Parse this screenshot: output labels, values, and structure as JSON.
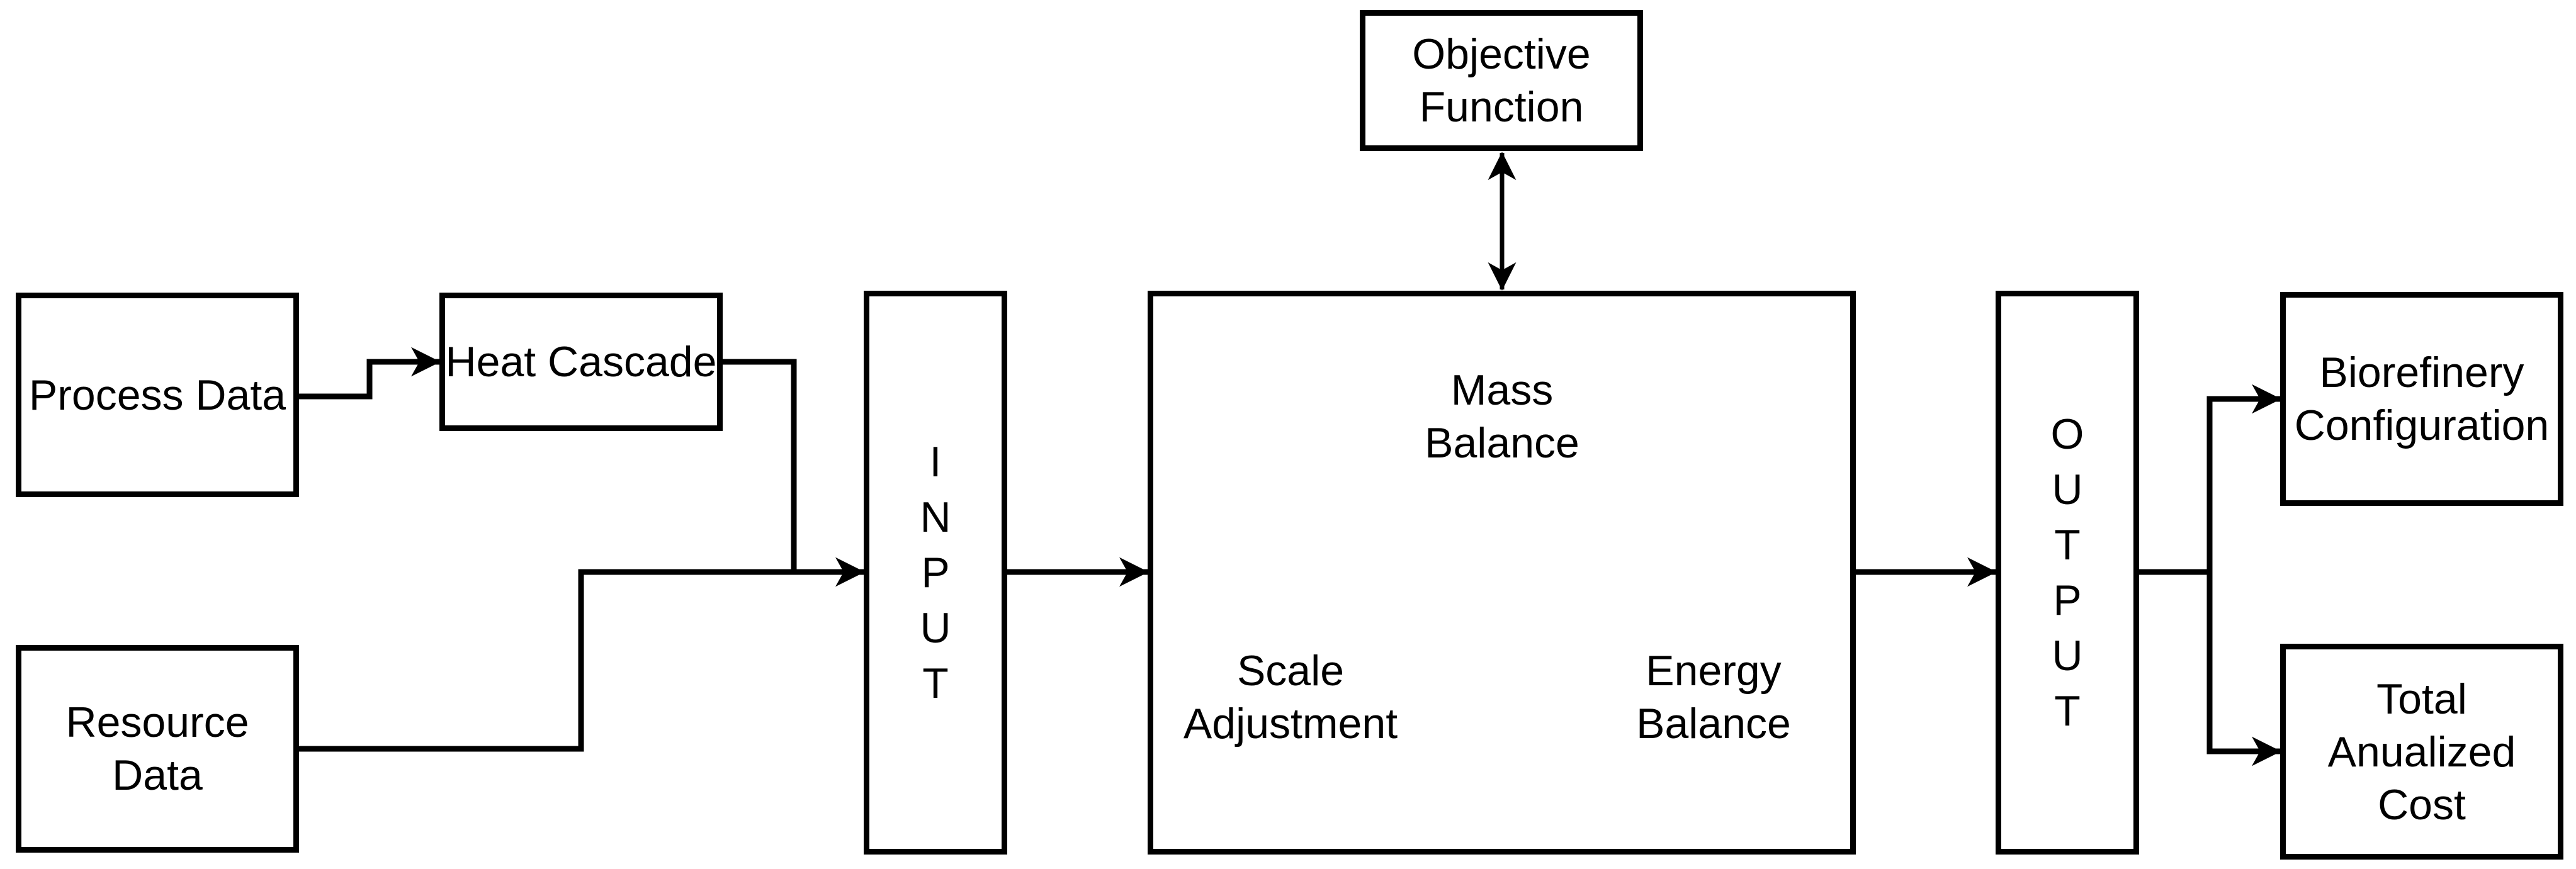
{
  "diagram": {
    "boxes": {
      "process_data": {
        "label": "Process Data"
      },
      "resource_data": {
        "label": "Resource\nData"
      },
      "heat_cascade": {
        "label": "Heat Cascade"
      },
      "input": {
        "label": "I\nN\nP\nU\nT"
      },
      "objective_function": {
        "label": "Objective\nFunction"
      },
      "output": {
        "label": "O\nU\nT\nP\nU\nT"
      },
      "biorefinery_configuration": {
        "label": "Biorefinery\nConfiguration"
      },
      "total_anualized_cost": {
        "label": "Total\nAnualized\nCost"
      }
    },
    "solver_nodes": {
      "mass_balance": {
        "label": "Mass\nBalance"
      },
      "scale_adjustment": {
        "label": "Scale\nAdjustment"
      },
      "energy_balance": {
        "label": "Energy\nBalance"
      }
    },
    "colors": {
      "line": "#000000",
      "background": "#ffffff",
      "box_fill": "#ffffff"
    }
  }
}
